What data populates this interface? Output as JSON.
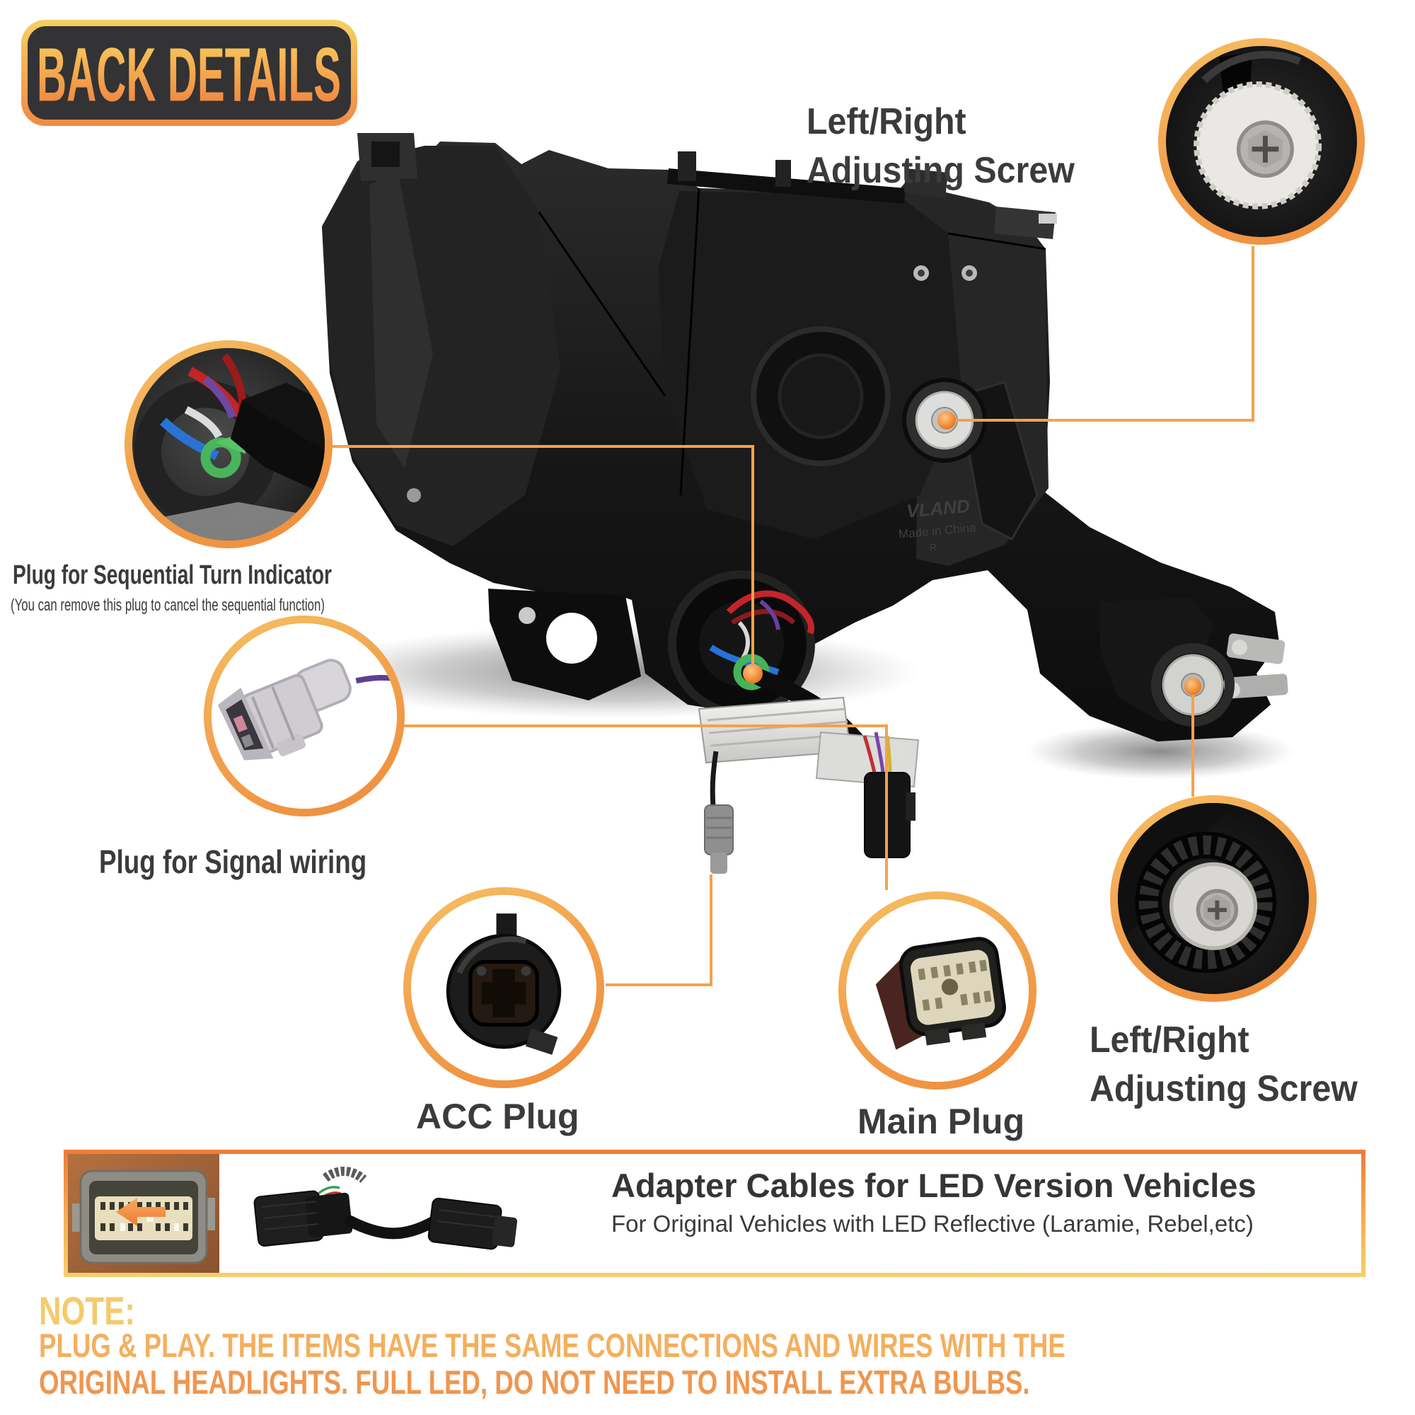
{
  "title": {
    "text": "BACK DETAILS"
  },
  "labels": {
    "adjust_top": "Left/Right\nAdjusting Screw",
    "adjust_bottom": "Left/Right\nAdjusting Screw",
    "sequential": "Plug for Sequential Turn Indicator",
    "sequential_sub": "(You can remove this plug to cancel the sequential function)",
    "signal": "Plug for Signal wiring",
    "acc": "ACC Plug",
    "main": "Main Plug"
  },
  "adapter_box": {
    "title": "Adapter Cables for LED Version Vehicles",
    "subtitle": "For Original Vehicles with LED Reflective (Laramie, Rebel,etc)"
  },
  "note": {
    "heading": "NOTE:",
    "line1": "PLUG & PLAY. THE ITEMS HAVE THE SAME CONNECTIONS AND WIRES WITH THE",
    "line2": "ORIGINAL HEADLIGHTS. FULL LED, DO NOT NEED TO INSTALL EXTRA BULBS."
  },
  "embossed": {
    "brand": "VLAND",
    "origin": "Made in China",
    "mark": "R"
  },
  "colors": {
    "accent_orange": "#EF8A3D",
    "accent_yellow": "#F5CD65",
    "callout_line": "#F2A24E",
    "label_text": "#3B3B3B",
    "note_yellow": "#F4CB6C",
    "note_orange": "#F0964F",
    "title_box_bg": "#333335"
  }
}
